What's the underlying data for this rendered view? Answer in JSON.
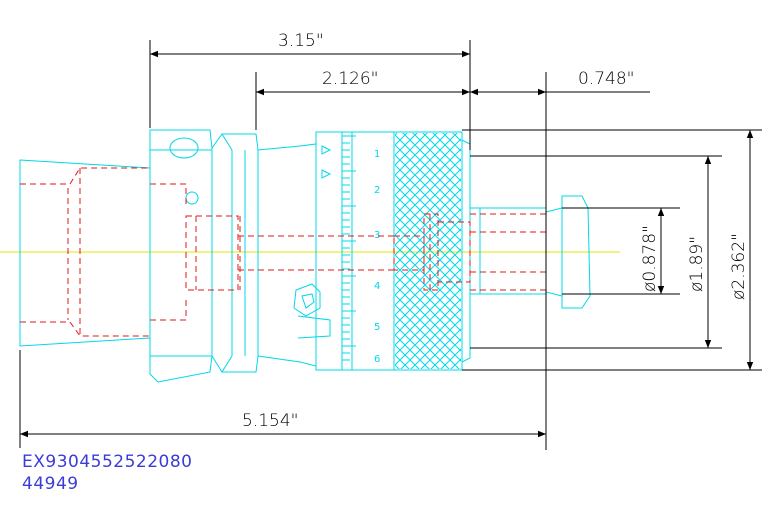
{
  "dimensions": {
    "overall_length": "3.15\"",
    "body_length": "2.126\"",
    "pilot_length": "0.748\"",
    "total_length": "5.154\"",
    "pilot_diameter": "ø0.878\"",
    "collar_diameter": "ø1.89\"",
    "knurl_diameter": "ø2.362\""
  },
  "scale_marks": [
    "1",
    "2",
    "3",
    "4",
    "5",
    "6"
  ],
  "part_info": {
    "part_number": "EX9304552522080",
    "code": "44949"
  },
  "colors": {
    "outline": "#00d8e8",
    "hidden_lines": "#e01818",
    "centerline": "#e6e600",
    "dimension": "#000000",
    "text_info": "#3b3bd6"
  }
}
